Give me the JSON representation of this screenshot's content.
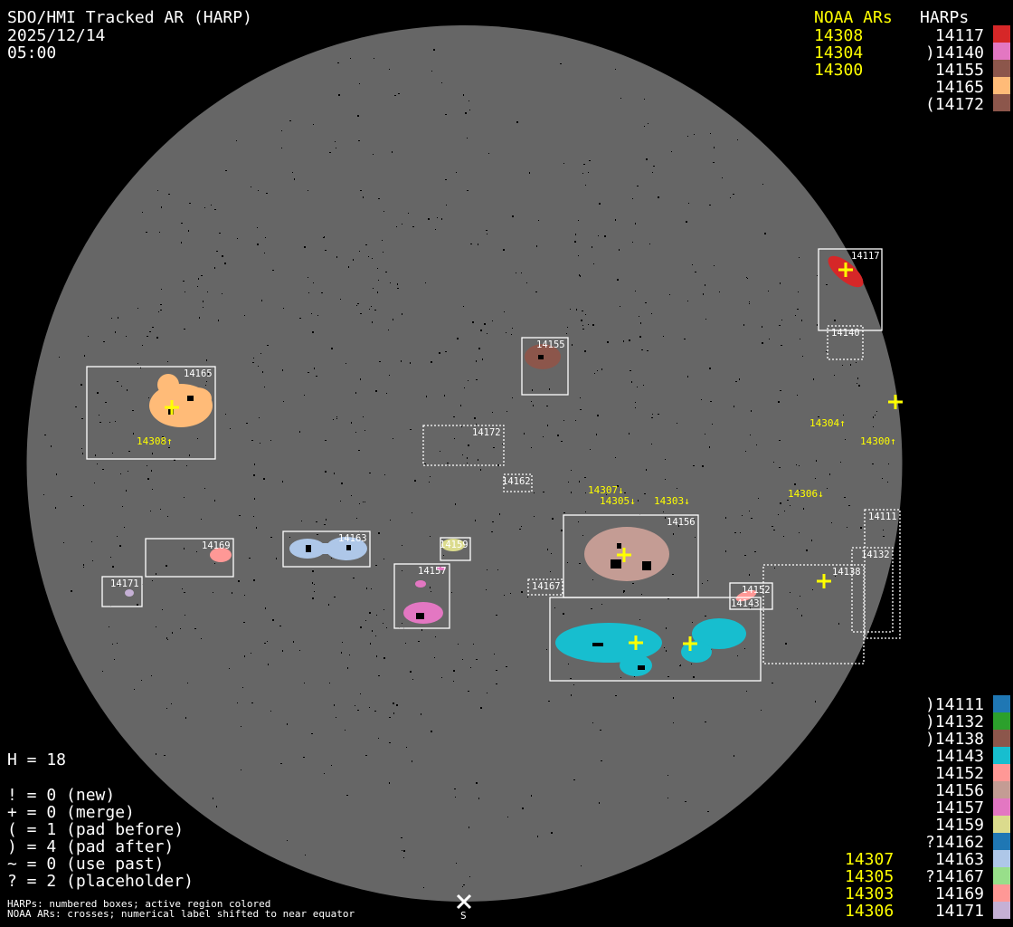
{
  "header": {
    "title": "SDO/HMI Tracked AR (HARP)",
    "date": "2025/12/14",
    "time": "05:00"
  },
  "legend_top": {
    "noaa_heading": "NOAA ARs",
    "harp_heading": "HARPs",
    "noaa": [
      "14308",
      "14304",
      "14300"
    ],
    "harps": [
      {
        "label": "14117",
        "color": "#d62728"
      },
      {
        "label": ")14140",
        "color": "#e377c2"
      },
      {
        "label": "14155",
        "color": "#8c564b"
      },
      {
        "label": "14165",
        "color": "#ffbb78"
      },
      {
        "label": "(14172",
        "color": "#8c564b"
      }
    ]
  },
  "legend_bottom": {
    "noaa": [
      "14307",
      "14305",
      "14303",
      "14306"
    ],
    "harps": [
      {
        "label": ")14111",
        "color": "#1f77b4"
      },
      {
        "label": ")14132",
        "color": "#2ca02c"
      },
      {
        "label": ")14138",
        "color": "#8c564b"
      },
      {
        "label": "14143",
        "color": "#17becf"
      },
      {
        "label": "14152",
        "color": "#ff9896"
      },
      {
        "label": "14156",
        "color": "#c49c94"
      },
      {
        "label": "14157",
        "color": "#e377c2"
      },
      {
        "label": "14159",
        "color": "#dbdb8d"
      },
      {
        "label": "?14162",
        "color": "#1f77b4"
      },
      {
        "label": "14163",
        "color": "#aec7e8"
      },
      {
        "label": "?14167",
        "color": "#98df8a"
      },
      {
        "label": "14169",
        "color": "#ff9896"
      },
      {
        "label": "14171",
        "color": "#c5b0d5"
      }
    ]
  },
  "stats": {
    "h": "H = 18",
    "lines": [
      "! = 0 (new)",
      "+ = 0 (merge)",
      "( = 1 (pad before)",
      ") = 4 (pad after)",
      "~ = 0 (use past)",
      "? = 2 (placeholder)"
    ]
  },
  "footer": {
    "line1": "HARPs: numbered boxes; active region colored",
    "line2": "NOAA ARs: crosses; numerical label shifted to near equator",
    "south_marker": "S"
  },
  "disk": {
    "harp_labels": {
      "h14117": "14117",
      "h14140": "14140",
      "h14155": "14155",
      "h14165": "14165",
      "h14172": "14172",
      "h14162": "14162",
      "h14156": "14156",
      "h14167": "14167",
      "h14143": "14143",
      "h14152": "14152",
      "h14138": "14138",
      "h14132": "14132",
      "h14111": "14111",
      "h14169": "14169",
      "h14171": "14171",
      "h14163": "14163",
      "h14159": "14159",
      "h14157": "14157"
    },
    "noaa_labels": {
      "n14308": "14308↑",
      "n14304": "14304↑",
      "n14300": "14300↑",
      "n14307": "14307↓",
      "n14305": "14305↓",
      "n14303": "14303↓",
      "n14306": "14306↓"
    },
    "disk_color": "#666666"
  }
}
